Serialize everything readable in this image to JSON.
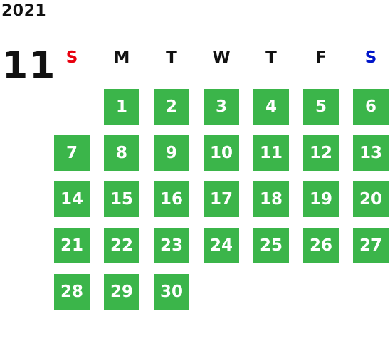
{
  "year": "2021",
  "month": "11",
  "colors": {
    "day_cell": "#3bb54a",
    "day_text": "#ffffff",
    "sunday": "#e8000e",
    "saturday": "#0015c9",
    "weekday": "#111111"
  },
  "weekdays": [
    {
      "label": "S",
      "color": "#e8000e"
    },
    {
      "label": "M",
      "color": "#111111"
    },
    {
      "label": "T",
      "color": "#111111"
    },
    {
      "label": "W",
      "color": "#111111"
    },
    {
      "label": "T",
      "color": "#111111"
    },
    {
      "label": "F",
      "color": "#111111"
    },
    {
      "label": "S",
      "color": "#0015c9"
    }
  ],
  "first_weekday_index": 1,
  "days": [
    "1",
    "2",
    "3",
    "4",
    "5",
    "6",
    "7",
    "8",
    "9",
    "10",
    "11",
    "12",
    "13",
    "14",
    "15",
    "16",
    "17",
    "18",
    "19",
    "20",
    "21",
    "22",
    "23",
    "24",
    "25",
    "26",
    "27",
    "28",
    "29",
    "30"
  ]
}
